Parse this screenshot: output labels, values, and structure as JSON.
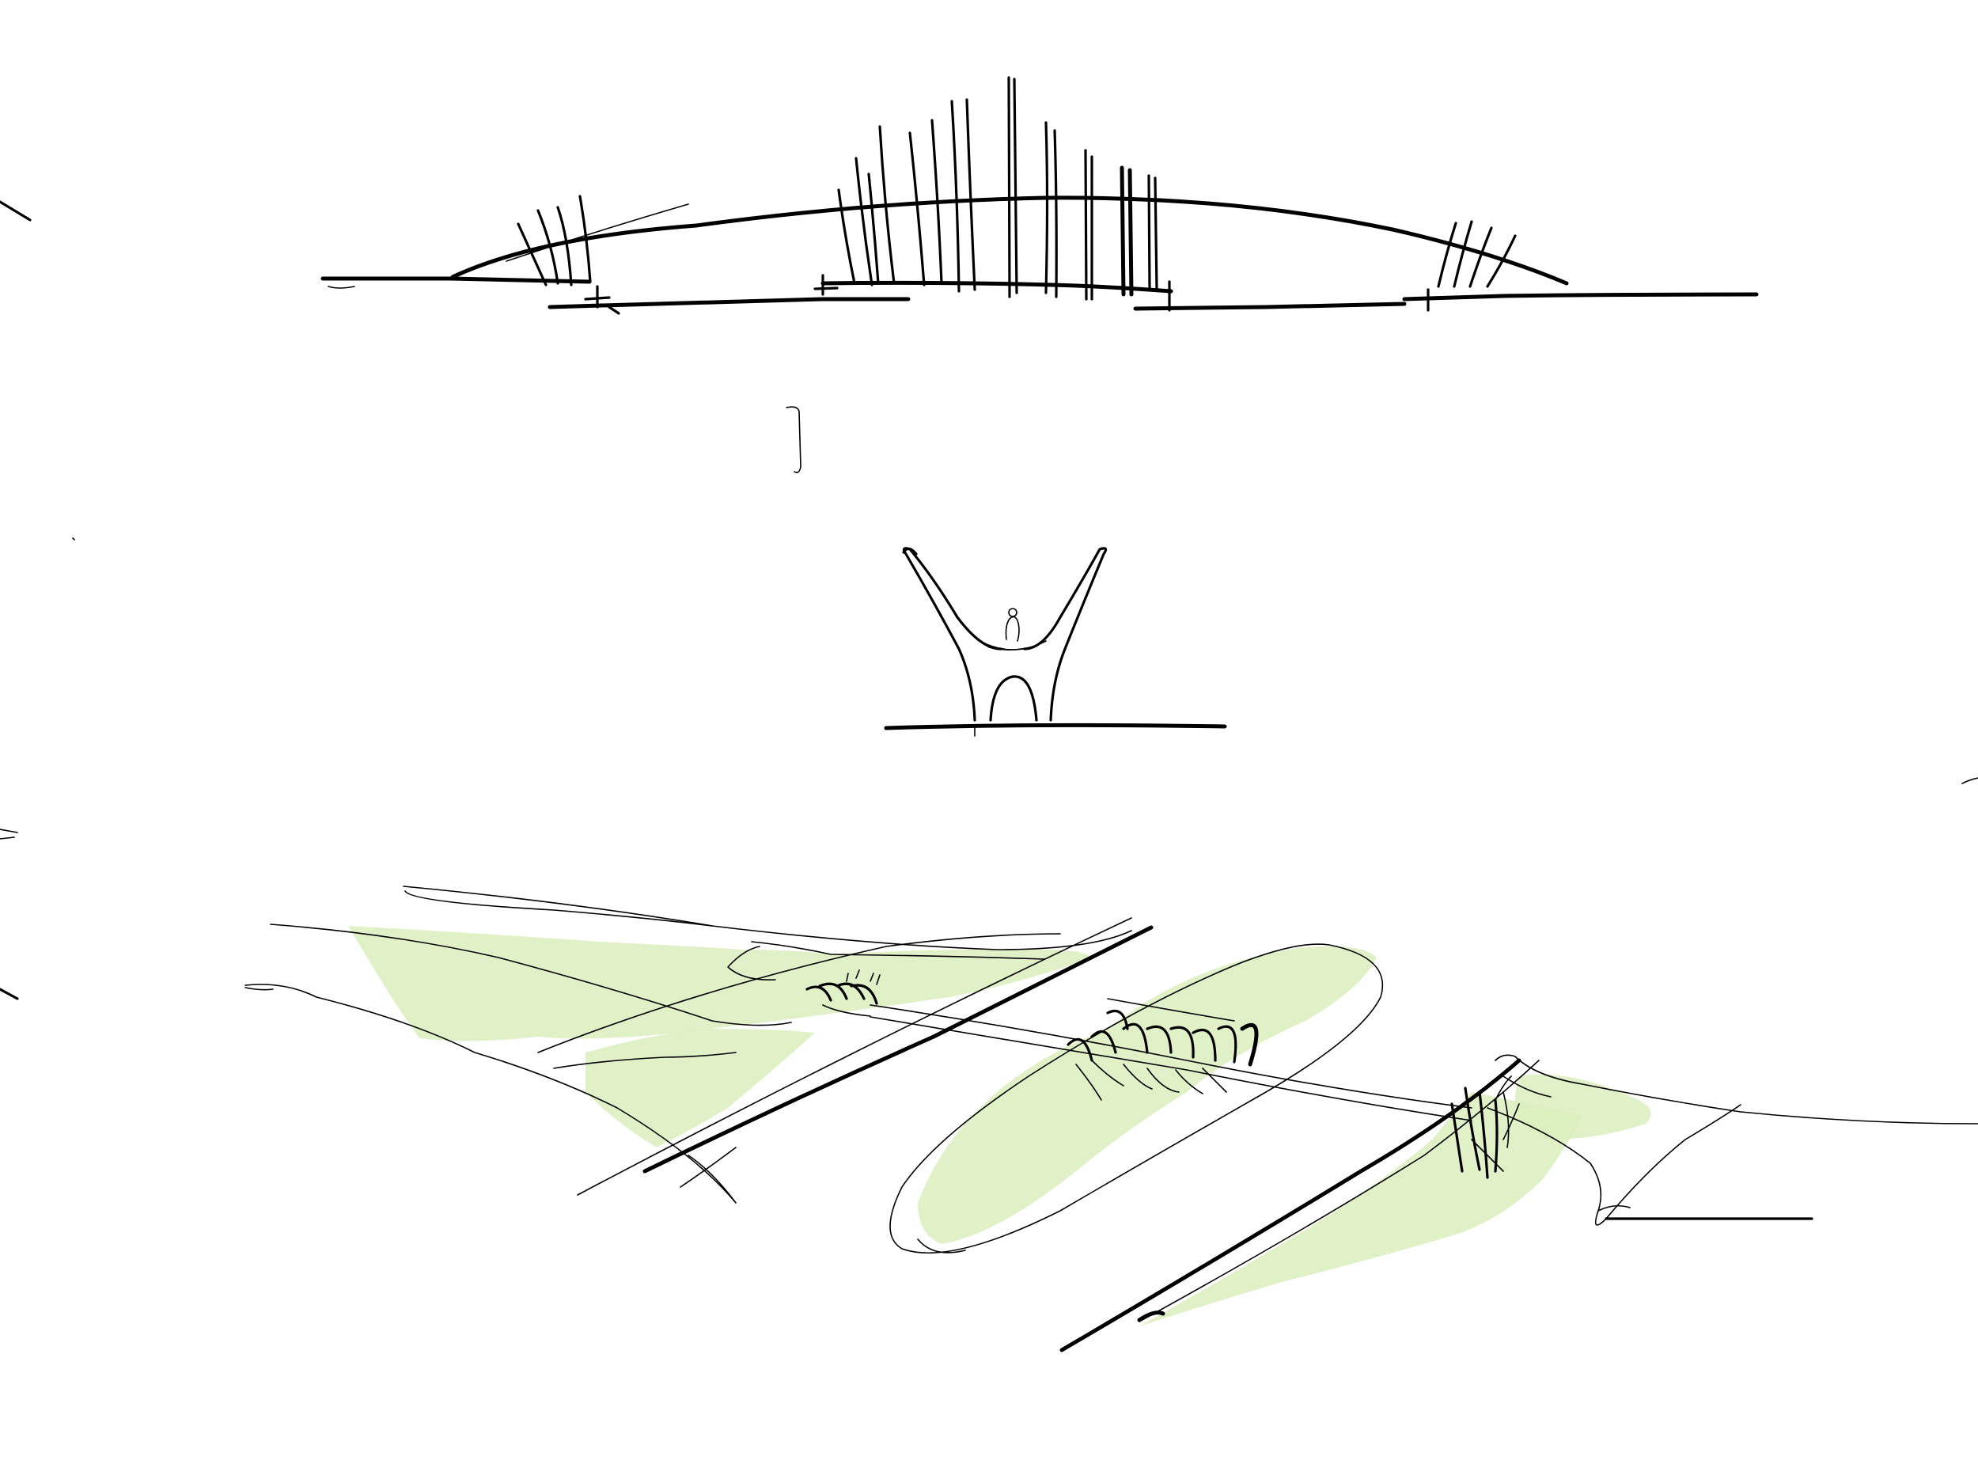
{
  "colors": {
    "ink": "#000000",
    "wash": "#dbefbd",
    "background": "#ffffff"
  },
  "sketches": [
    {
      "id": "elevation-view",
      "kind": "bridge-elevation"
    },
    {
      "id": "cross-section-view",
      "kind": "y-shaped-section"
    },
    {
      "id": "perspective-view",
      "kind": "bridge-perspective-with-green-landscape"
    }
  ]
}
